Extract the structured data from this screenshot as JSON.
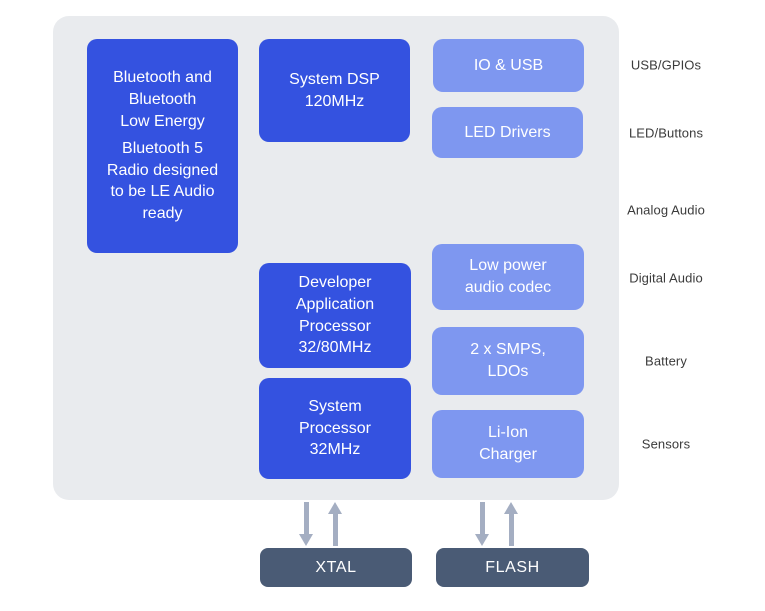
{
  "colors": {
    "page_bg": "#ffffff",
    "chip_bg": "#e9ebee",
    "dark_blue": "#3452e0",
    "light_blue": "#7e97f0",
    "slate": "#4a5b75",
    "arrow_gray": "#a4aec2",
    "block_text": "#ffffff",
    "side_label_text": "#3b3b3b"
  },
  "chip": {
    "radio_block": {
      "para1": "Bluetooth and\nBluetooth\nLow Energy",
      "para2": "Bluetooth 5\nRadio designed\nto be LE Audio\nready"
    },
    "system_dsp": "System DSP\n120MHz",
    "developer_processor": "Developer\nApplication\nProcessor\n32/80MHz",
    "system_processor": "System\nProcessor\n32MHz",
    "io_usb": "IO & USB",
    "led_drivers": "LED Drivers",
    "audio_codec": "Low power\naudio codec",
    "smps_ldo": "2 x SMPS,\nLDOs",
    "li_ion_charger": "Li-Ion\nCharger"
  },
  "side_labels": [
    "USB/GPIOs",
    "LED/Buttons",
    "Analog Audio",
    "Digital Audio",
    "Battery",
    "Sensors"
  ],
  "external_blocks": {
    "xtal": "XTAL",
    "flash": "FLASH"
  }
}
